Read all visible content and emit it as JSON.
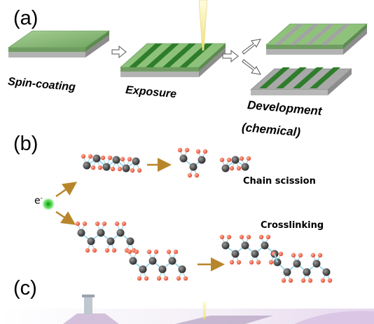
{
  "panels": {
    "a": "(a)",
    "b": "(b)",
    "c": "(c)"
  },
  "steps": {
    "spin": "Spin-coating",
    "exposure": "Exposure",
    "development": "Development",
    "chemical": "(chemical)"
  },
  "mechanisms": {
    "electron": "e",
    "electron_sup": "-",
    "scission": "Chain scission",
    "crosslink": "Crosslinking"
  },
  "colors": {
    "film": "#8bb97a",
    "stripe": "#2f7d2c",
    "substrate": "#a9a9a9",
    "carbon": "#3c3c3c",
    "hydrogen": "#e8563a",
    "bond": "#8fd3e8",
    "arrow": "#b8862a",
    "beam": "#f3ee9a",
    "electron": "#3ed13e"
  }
}
